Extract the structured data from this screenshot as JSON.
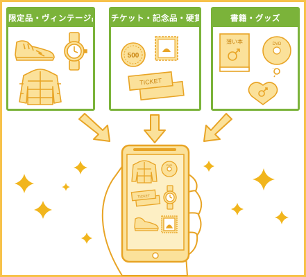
{
  "panels": [
    {
      "title": "限定品・ヴィンテージ品"
    },
    {
      "title": "チケット・記念品・硬貨・切手"
    },
    {
      "title": "書籍・グッズ"
    }
  ],
  "items": {
    "coin_value": "500",
    "ticket_text": "TICKET",
    "book_title": "薄い本",
    "dvd_label": "DVD"
  },
  "colors": {
    "frame": "#f7c24a",
    "panel_border": "#7bb33a",
    "illustration_fill": "#fbe19a",
    "illustration_stroke": "#e8a425",
    "sparkle": "#f1b51d"
  }
}
